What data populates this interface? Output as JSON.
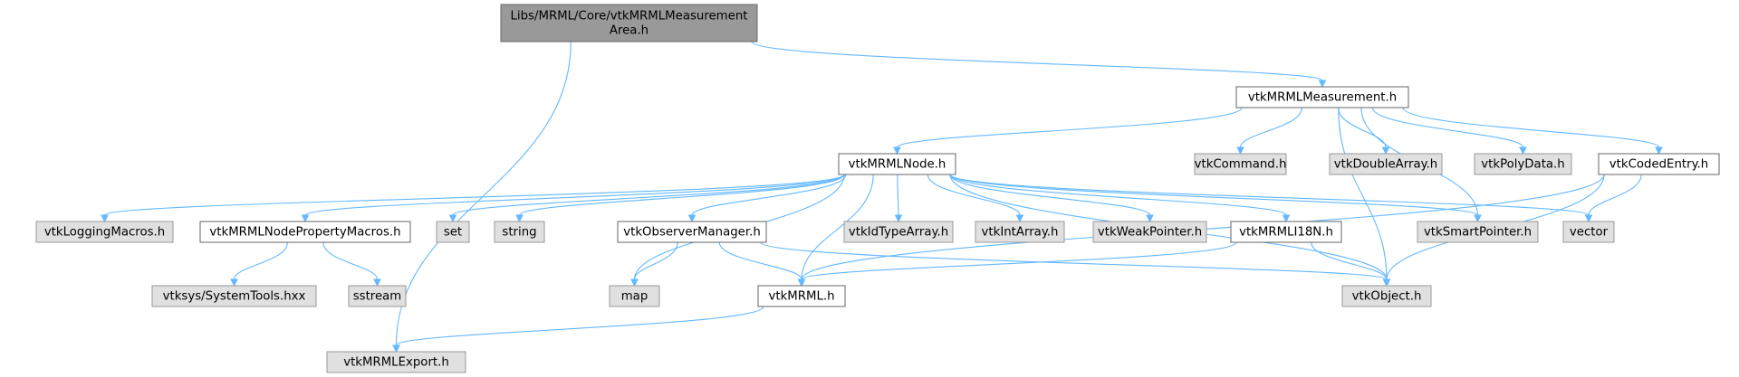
{
  "diagram": {
    "colors": {
      "edge": "#63b8ff",
      "root_fill": "#999999",
      "root_border": "#666666",
      "documented_fill": "#ffffff",
      "documented_border": "#666666",
      "system_fill": "#e0e0e0",
      "system_border": "#999999"
    },
    "nodes": [
      {
        "id": "root",
        "lines": [
          "Libs/MRML/Core/vtkMRMLMeasurement",
          "Area.h"
        ],
        "kind": "root"
      },
      {
        "id": "measurement",
        "lines": [
          "vtkMRMLMeasurement.h"
        ],
        "kind": "documented"
      },
      {
        "id": "node",
        "lines": [
          "vtkMRMLNode.h"
        ],
        "kind": "documented"
      },
      {
        "id": "command",
        "lines": [
          "vtkCommand.h"
        ],
        "kind": "system"
      },
      {
        "id": "doublearray",
        "lines": [
          "vtkDoubleArray.h"
        ],
        "kind": "system"
      },
      {
        "id": "polydata",
        "lines": [
          "vtkPolyData.h"
        ],
        "kind": "system"
      },
      {
        "id": "codedentry",
        "lines": [
          "vtkCodedEntry.h"
        ],
        "kind": "documented"
      },
      {
        "id": "logging",
        "lines": [
          "vtkLoggingMacros.h"
        ],
        "kind": "system"
      },
      {
        "id": "propmacros",
        "lines": [
          "vtkMRMLNodePropertyMacros.h"
        ],
        "kind": "documented"
      },
      {
        "id": "set",
        "lines": [
          "set"
        ],
        "kind": "system"
      },
      {
        "id": "string",
        "lines": [
          "string"
        ],
        "kind": "system"
      },
      {
        "id": "observer",
        "lines": [
          "vtkObserverManager.h"
        ],
        "kind": "documented"
      },
      {
        "id": "idtype",
        "lines": [
          "vtkIdTypeArray.h"
        ],
        "kind": "system"
      },
      {
        "id": "intarray",
        "lines": [
          "vtkIntArray.h"
        ],
        "kind": "system"
      },
      {
        "id": "weakptr",
        "lines": [
          "vtkWeakPointer.h"
        ],
        "kind": "system"
      },
      {
        "id": "i18n",
        "lines": [
          "vtkMRMLI18N.h"
        ],
        "kind": "documented"
      },
      {
        "id": "smartptr",
        "lines": [
          "vtkSmartPointer.h"
        ],
        "kind": "system"
      },
      {
        "id": "vector",
        "lines": [
          "vector"
        ],
        "kind": "system"
      },
      {
        "id": "systools",
        "lines": [
          "vtksys/SystemTools.hxx"
        ],
        "kind": "system"
      },
      {
        "id": "sstream",
        "lines": [
          "sstream"
        ],
        "kind": "system"
      },
      {
        "id": "map",
        "lines": [
          "map"
        ],
        "kind": "system"
      },
      {
        "id": "mrml",
        "lines": [
          "vtkMRML.h"
        ],
        "kind": "documented"
      },
      {
        "id": "object",
        "lines": [
          "vtkObject.h"
        ],
        "kind": "system"
      },
      {
        "id": "export",
        "lines": [
          "vtkMRMLExport.h"
        ],
        "kind": "system"
      }
    ],
    "edges": [
      [
        "root",
        "measurement"
      ],
      [
        "root",
        "export"
      ],
      [
        "measurement",
        "node"
      ],
      [
        "measurement",
        "command"
      ],
      [
        "measurement",
        "doublearray"
      ],
      [
        "measurement",
        "polydata"
      ],
      [
        "measurement",
        "codedentry"
      ],
      [
        "measurement",
        "smartptr"
      ],
      [
        "measurement",
        "object"
      ],
      [
        "node",
        "logging"
      ],
      [
        "node",
        "propmacros"
      ],
      [
        "node",
        "set"
      ],
      [
        "node",
        "string"
      ],
      [
        "node",
        "map"
      ],
      [
        "node",
        "observer"
      ],
      [
        "node",
        "mrml"
      ],
      [
        "node",
        "idtype"
      ],
      [
        "node",
        "intarray"
      ],
      [
        "node",
        "weakptr"
      ],
      [
        "node",
        "i18n"
      ],
      [
        "node",
        "object"
      ],
      [
        "node",
        "smartptr"
      ],
      [
        "node",
        "vector"
      ],
      [
        "codedentry",
        "vector"
      ],
      [
        "codedentry",
        "mrml"
      ],
      [
        "codedentry",
        "object"
      ],
      [
        "propmacros",
        "systools"
      ],
      [
        "propmacros",
        "sstream"
      ],
      [
        "observer",
        "map"
      ],
      [
        "observer",
        "mrml"
      ],
      [
        "observer",
        "object"
      ],
      [
        "i18n",
        "mrml"
      ],
      [
        "i18n",
        "object"
      ],
      [
        "mrml",
        "export"
      ]
    ]
  }
}
